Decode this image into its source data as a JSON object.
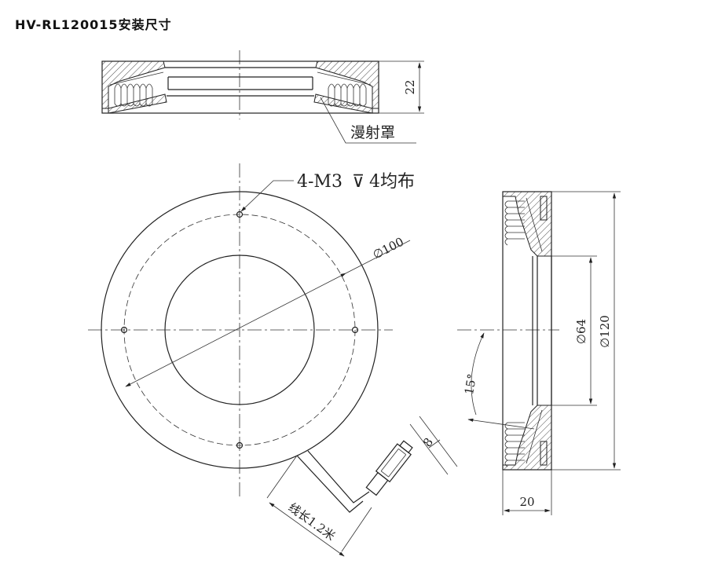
{
  "title": "HV-RL120015安装尺寸",
  "labels": {
    "height_dim": "22",
    "diffuser": "漫射罩",
    "mount_holes": "4-M3",
    "mount_depth_symbol": "⊽",
    "mount_depth": "4均布",
    "bolt_circle": "∅100",
    "inner_dia": "∅64",
    "outer_dia": "∅120",
    "angle": "15°",
    "width_dim": "20",
    "cable_dia": "8",
    "cable_length": "线长1.2米"
  }
}
